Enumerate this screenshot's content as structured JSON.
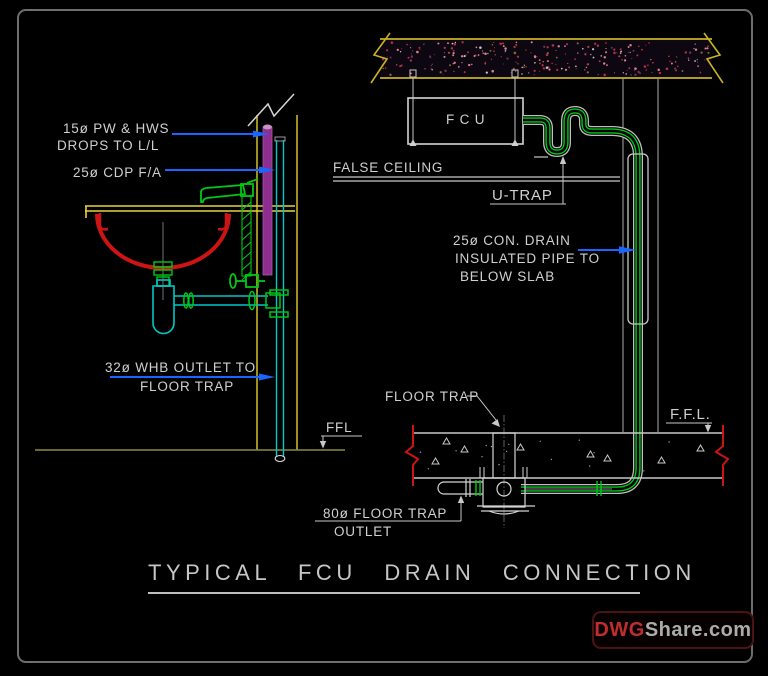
{
  "drawing": {
    "title": "TYPICAL FCU DRAIN CONNECTION",
    "labels": {
      "pw1": "15ø PW & HWS",
      "pw2": "DROPS TO L/L",
      "cdp": "25ø CDP F/A",
      "false_ceiling": "FALSE CEILING",
      "fcu": "F C U",
      "u_trap": "U-TRAP",
      "cd1": "25ø CON. DRAIN",
      "cd2": "INSULATED PIPE TO",
      "cd3": "BELOW SLAB",
      "whb1": "32ø WHB OUTLET TO",
      "whb2": "FLOOR TRAP",
      "ffl_left": "FFL",
      "floor_trap": "FLOOR TRAP",
      "ffl_right": "F.F.L.",
      "out1": "80ø FLOOR TRAP",
      "out2": "OUTLET"
    },
    "colors": {
      "pipe_green": "#00C814",
      "pipe_cyan": "#00C8C8",
      "supply_purple": "#8E2E8E",
      "wall_yellow": "#C9B227",
      "counter_yellow": "#E8D23C",
      "basin_red": "#CD1414",
      "leader_blue": "#1966FF",
      "line_white": "#CFCFCF",
      "floor_olive": "#8C8C3C"
    }
  },
  "watermark": {
    "brand_red": "DWG",
    "brand_gray": "Share.com"
  }
}
